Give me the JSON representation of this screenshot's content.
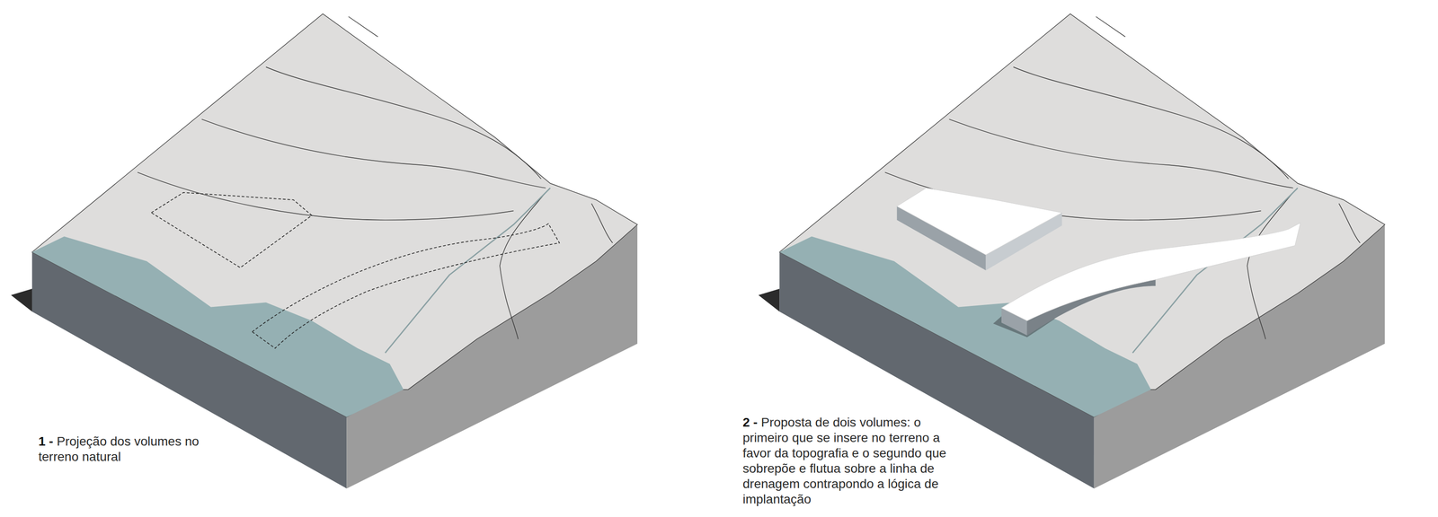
{
  "diagram": {
    "labels": [
      "1 -",
      "Projeção dos volumes no terreno natural",
      "2 -",
      "Proposta de dois volumes: o primeiro que se insere no terreno a favor da topografia e o segundo que sobrepõe e flutua sobre a linha de drenagem contrapondo a lógica de implantação"
    ]
  }
}
